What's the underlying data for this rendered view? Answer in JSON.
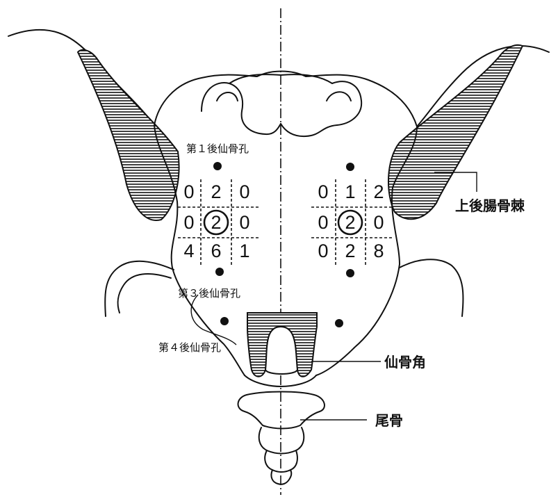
{
  "labels": {
    "foramen1": "第１後仙骨孔",
    "foramen3": "第３後仙骨孔",
    "foramen4": "第４後仙骨孔",
    "psis": "上後腸骨棘",
    "sacral_cornu": "仙骨角",
    "coccyx": "尾骨"
  },
  "left_grid": {
    "row1": [
      "0",
      "2",
      "0"
    ],
    "row2": [
      "0",
      "2",
      "0"
    ],
    "row3": [
      "4",
      "6",
      "1"
    ]
  },
  "right_grid": {
    "row1": [
      "0",
      "1",
      "2"
    ],
    "row2": [
      "0",
      "2",
      "0"
    ],
    "row3": [
      "0",
      "2",
      "8"
    ]
  }
}
